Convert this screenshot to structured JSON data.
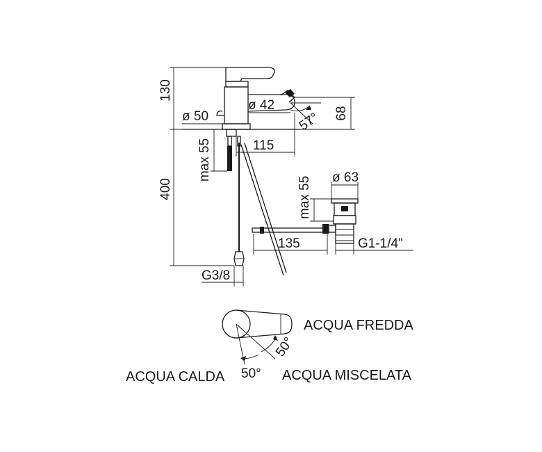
{
  "dimensions": {
    "height_top": "130",
    "body_diameter": "ø 50",
    "spout_diameter": "ø 42",
    "spout_angle": "57°",
    "spout_height": "68",
    "spout_reach": "115",
    "max_thickness": "max 55",
    "hose_length": "400",
    "hose_thread": "G3/8",
    "waste_diameter": "ø 63",
    "waste_max": "max 55",
    "waste_rod": "135",
    "waste_thread": "G1-1/4\""
  },
  "legend": {
    "cold": "ACQUA FREDDA",
    "hot": "ACQUA CALDA",
    "mixed": "ACQUA MISCELATA",
    "angle_cold": "50°",
    "angle_hot": "50°"
  }
}
